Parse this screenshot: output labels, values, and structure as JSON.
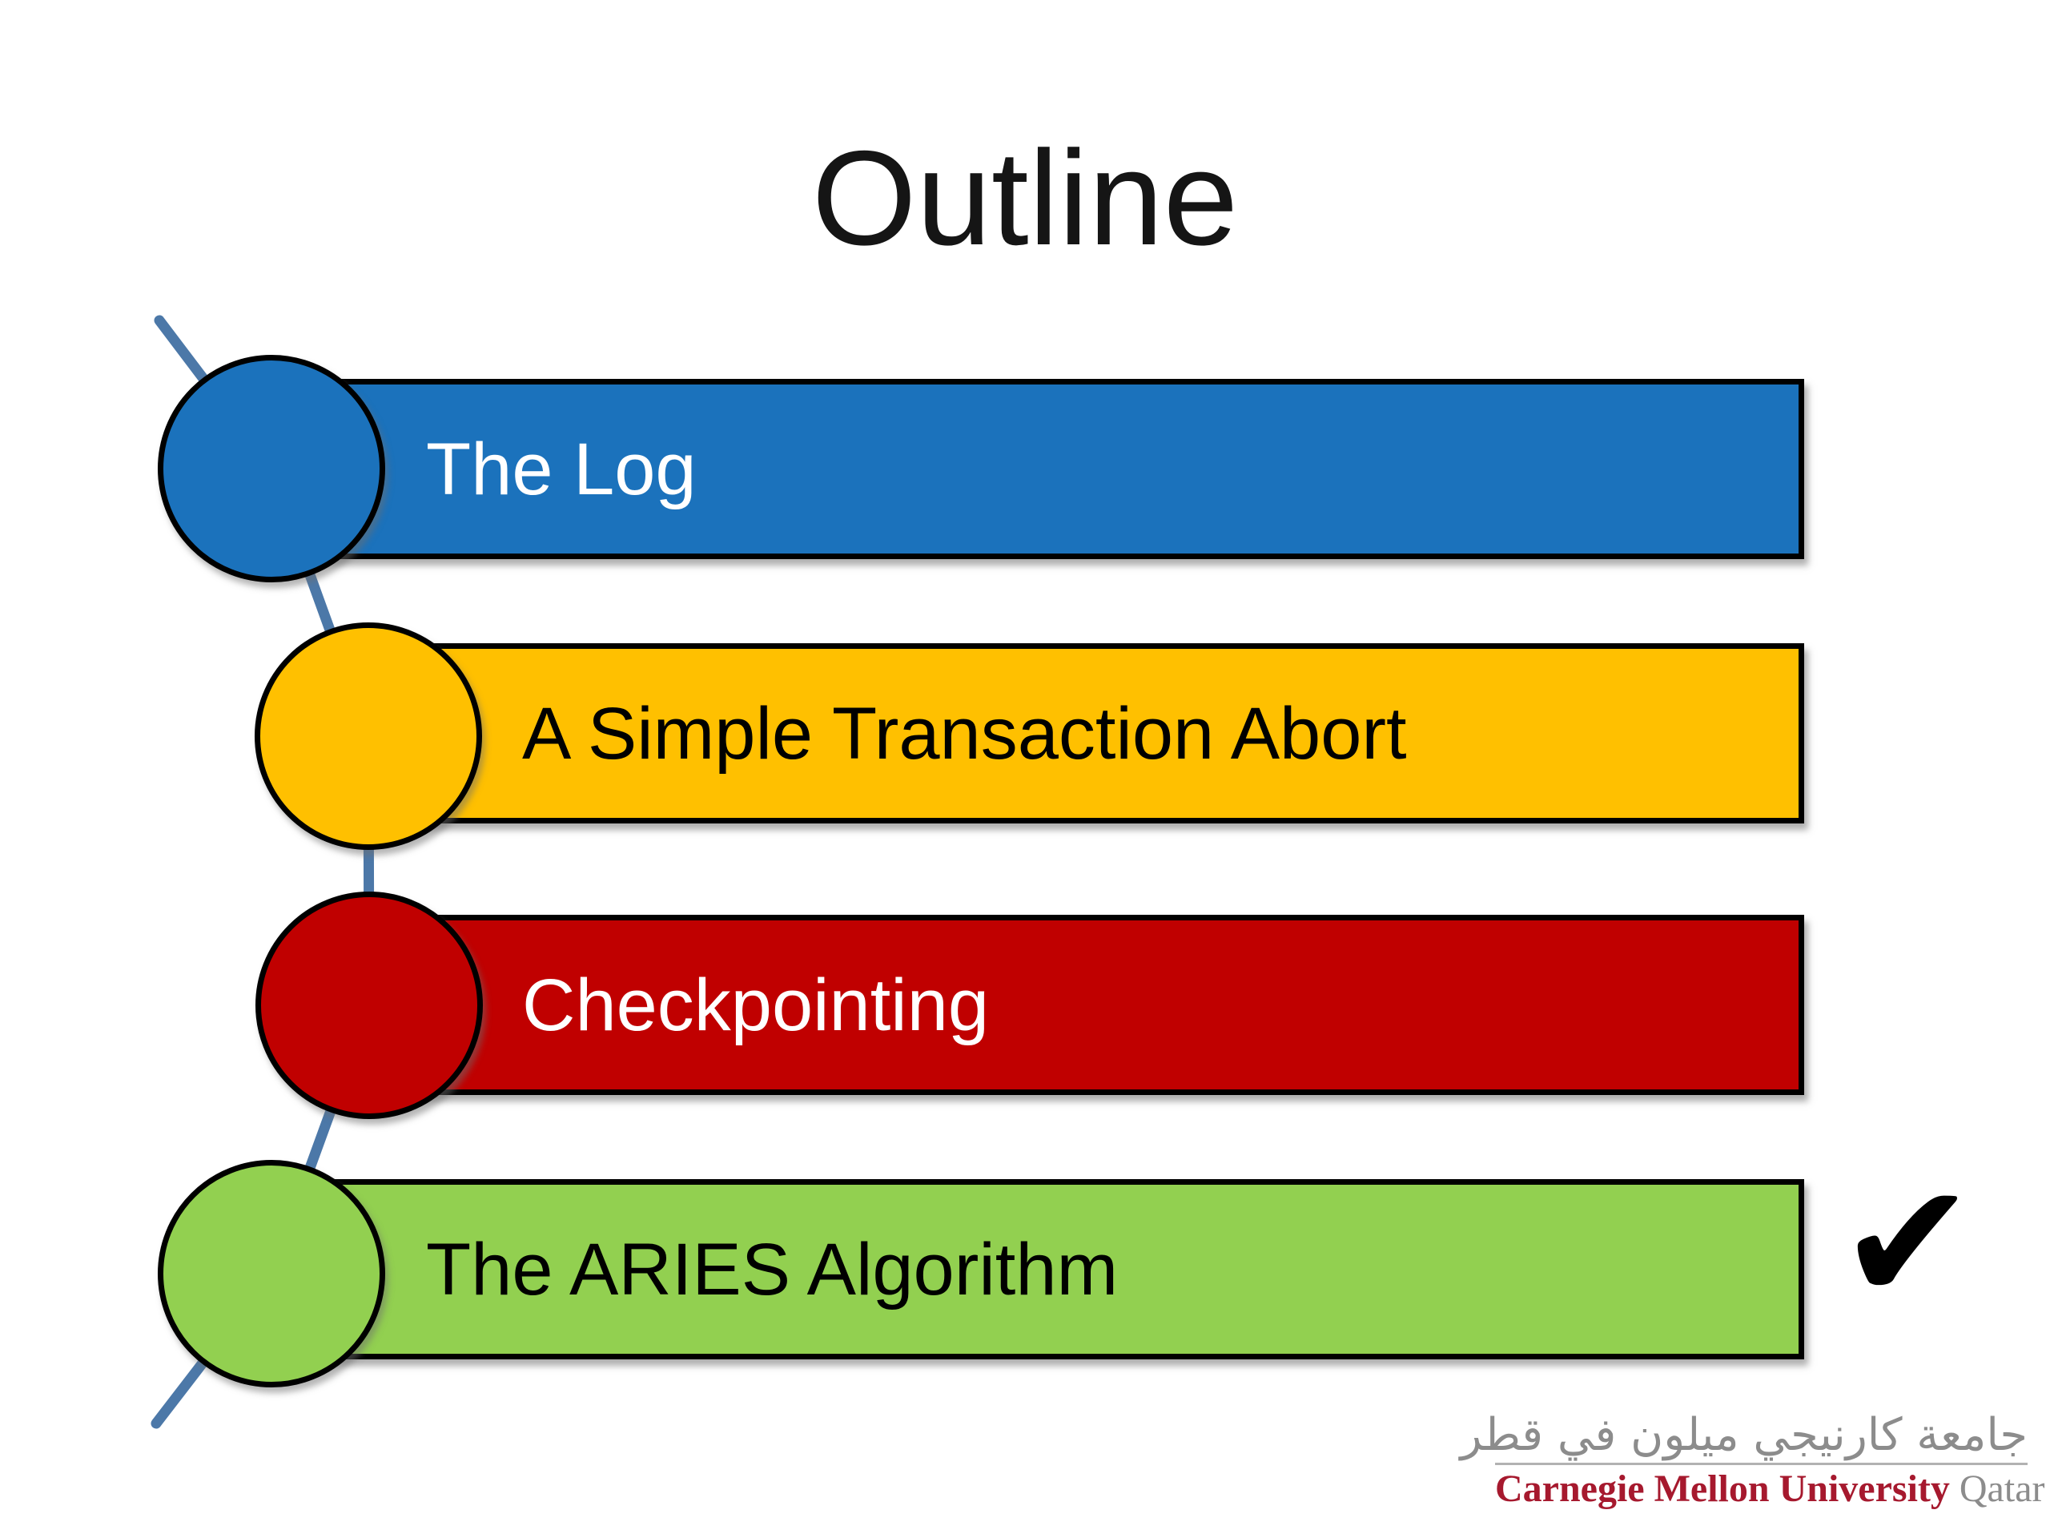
{
  "slide": {
    "title": "Outline"
  },
  "outline": {
    "connector_color": "#4C78A8",
    "items": [
      {
        "label": "The Log",
        "color": "#1B72BC",
        "text_color": "#FFFFFF",
        "checked": false
      },
      {
        "label": "A Simple Transaction Abort",
        "color": "#FFC000",
        "text_color": "#000000",
        "checked": false
      },
      {
        "label": "Checkpointing",
        "color": "#C00000",
        "text_color": "#FFFFFF",
        "checked": false
      },
      {
        "label": "The ARIES Algorithm",
        "color": "#92D050",
        "text_color": "#000000",
        "checked": true
      }
    ]
  },
  "checkmark": {
    "glyph": "✔",
    "color": "#000000"
  },
  "footer_logo": {
    "arabic": "جامعة كارنيجي ميلون في قطر",
    "arabic_color": "#8C8C8C",
    "institution": "Carnegie Mellon University",
    "institution_color": "#A6192E",
    "campus": "Qatar",
    "campus_color": "#8C8C8C"
  }
}
